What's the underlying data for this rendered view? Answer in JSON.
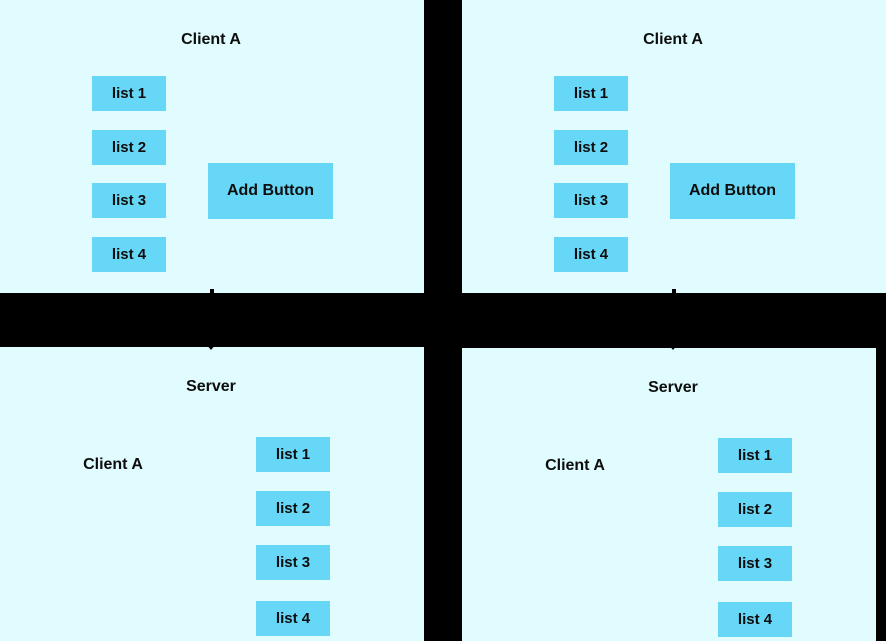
{
  "colors": {
    "background": "#000000",
    "panel_background": "#e0fcff",
    "button_background": "#67d7f7",
    "text": "#0d0d0d"
  },
  "frames": [
    {
      "client": {
        "title": "Client A",
        "lists": [
          "list 1",
          "list 2",
          "list 3",
          "list 4"
        ],
        "add_button_label": "Add Button"
      },
      "connector_icon": "down-arrow",
      "server": {
        "title": "Server",
        "client_label": "Client A",
        "lists": [
          "list 1",
          "list 2",
          "list 3",
          "list 4"
        ]
      }
    },
    {
      "client": {
        "title": "Client A",
        "lists": [
          "list 1",
          "list 2",
          "list 3",
          "list 4"
        ],
        "add_button_label": "Add Button"
      },
      "connector_icon": "down-arrow",
      "server": {
        "title": "Server",
        "client_label": "Client A",
        "lists": [
          "list 1",
          "list 2",
          "list 3",
          "list 4"
        ]
      }
    }
  ]
}
